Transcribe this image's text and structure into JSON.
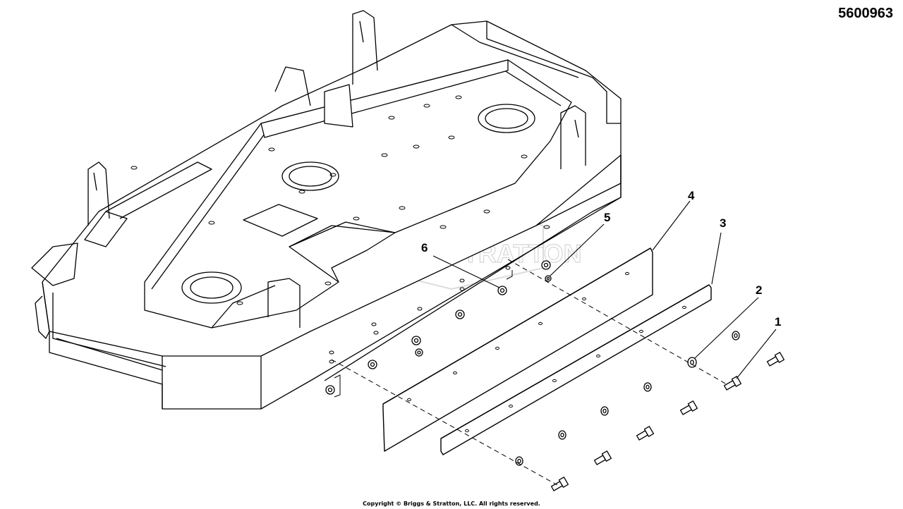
{
  "part_number": "5600963",
  "copyright": "Copyright © Briggs & Stratton, LLC. All rights reserved.",
  "watermark": "BRIGGS STRATTON",
  "callouts": {
    "c1": "1",
    "c2": "2",
    "c3": "3",
    "c4": "4",
    "c5": "5",
    "c6": "6"
  },
  "icons": {
    "deck": "mower-deck-illustration",
    "baffle": "baffle-plate",
    "strip": "backing-strip",
    "bolt": "hex-bolt",
    "washer": "flat-washer",
    "nut": "lock-nut"
  }
}
